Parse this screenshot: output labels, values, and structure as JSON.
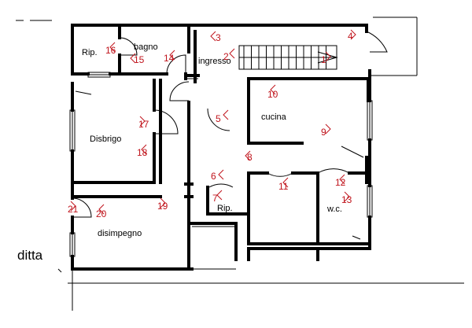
{
  "rooms": [
    {
      "key": "rip_top",
      "label": "Rip."
    },
    {
      "key": "bagno",
      "label": "bagno"
    },
    {
      "key": "ingresso",
      "label": "ingresso"
    },
    {
      "key": "cucina",
      "label": "cucina"
    },
    {
      "key": "disbrigo",
      "label": "Disbrigo"
    },
    {
      "key": "rip_bottom",
      "label": "Rip."
    },
    {
      "key": "wc",
      "label": "w.c."
    },
    {
      "key": "disimpegno",
      "label": "disimpegno"
    }
  ],
  "company_label": "ditta",
  "markers": [
    "1",
    "2",
    "3",
    "4",
    "5",
    "6",
    "7",
    "8",
    "9",
    "10",
    "11",
    "12",
    "13",
    "14",
    "15",
    "16",
    "17",
    "18",
    "19",
    "20",
    "21"
  ],
  "colors": {
    "marker": "#c0141c",
    "walls": "#000000"
  }
}
